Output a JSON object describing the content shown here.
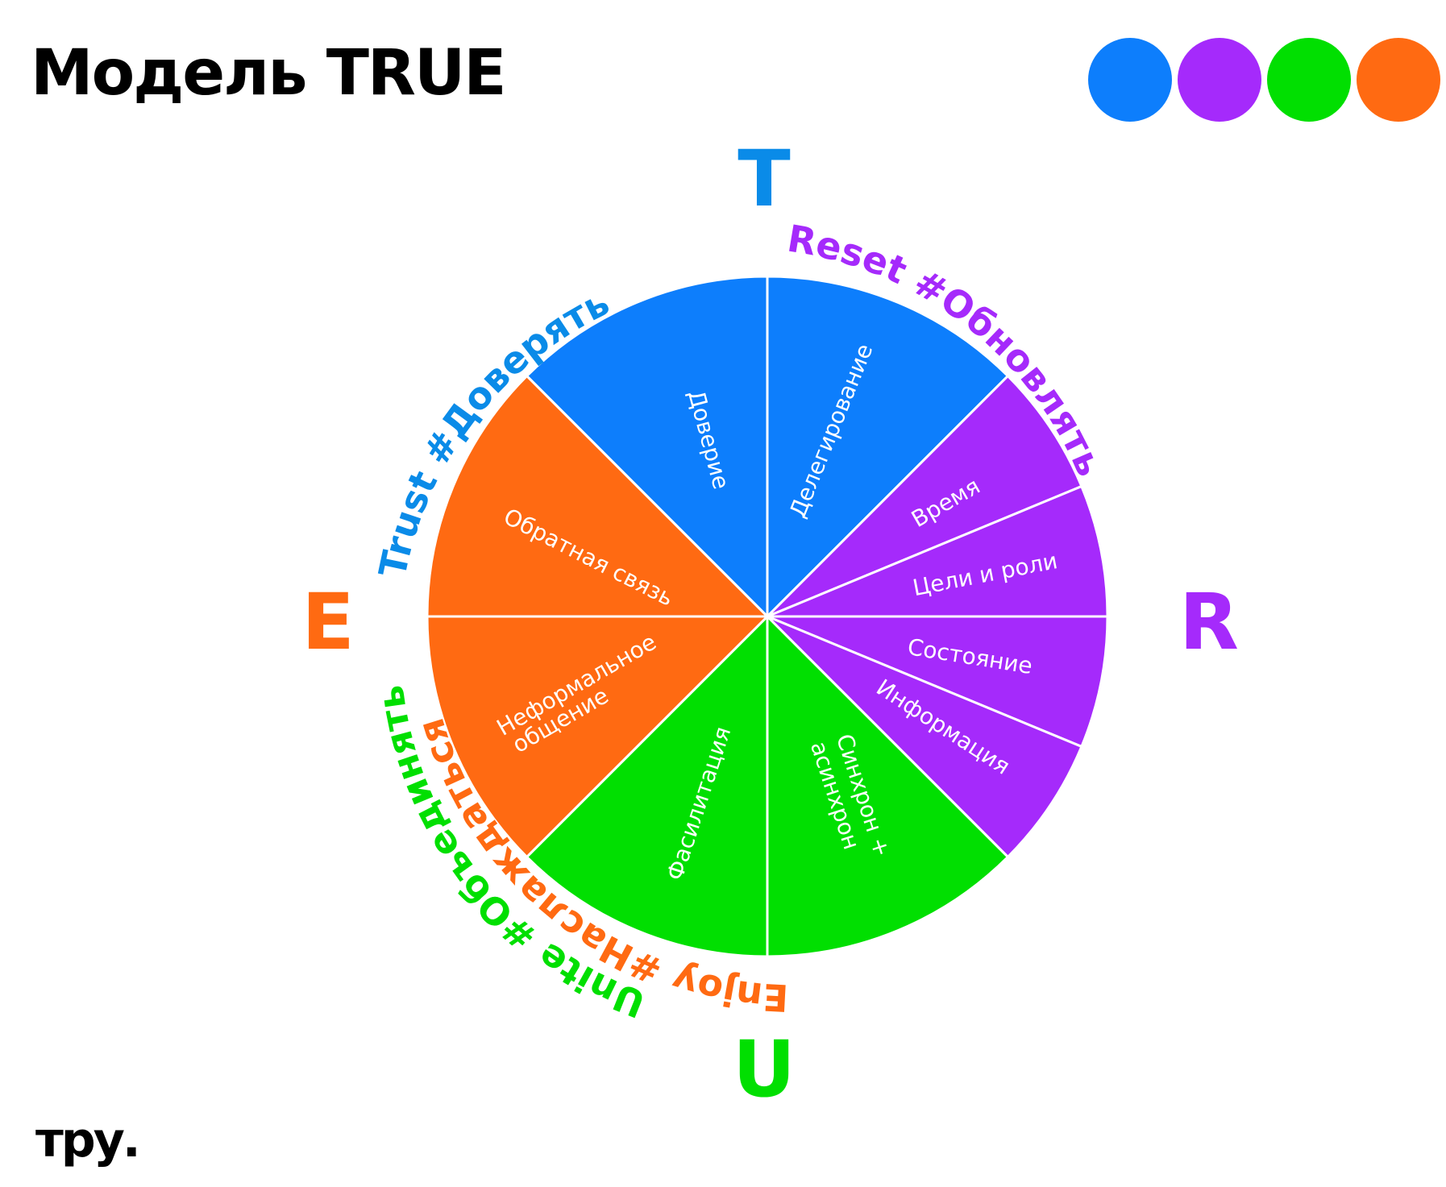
{
  "title": "Модель TRUE",
  "logo": "тру.",
  "palette": [
    {
      "name": "blue",
      "color": "#0D7EFC"
    },
    {
      "name": "purple",
      "color": "#A52AFB"
    },
    {
      "name": "green",
      "color": "#01DF01"
    },
    {
      "name": "orange",
      "color": "#FF6A12"
    }
  ],
  "colors": {
    "trust": "#0D7EFC",
    "trust_text": "#0A8BE8",
    "reset": "#A52AFB",
    "unite": "#01DF01",
    "enjoy": "#FF6A12",
    "divider": "#ffffff"
  },
  "letters": {
    "T": "T",
    "R": "R",
    "U": "U",
    "E": "E"
  },
  "quadrants": {
    "trust": "Trust #Доверять",
    "reset": "Reset #Обновлять",
    "unite": "Unite #Объединять",
    "enjoy": "Enjoy #Наслаждаться"
  },
  "segments": {
    "trust": [
      "Доверие",
      "Делегирование"
    ],
    "reset": [
      "Время",
      "Цели и роли",
      "Состояние",
      "Информация"
    ],
    "unite": [
      "Синхрон +",
      "асинхрон",
      "Фасилитация"
    ],
    "enjoy": [
      "Неформальное",
      "общение",
      "Обратная связь"
    ]
  }
}
